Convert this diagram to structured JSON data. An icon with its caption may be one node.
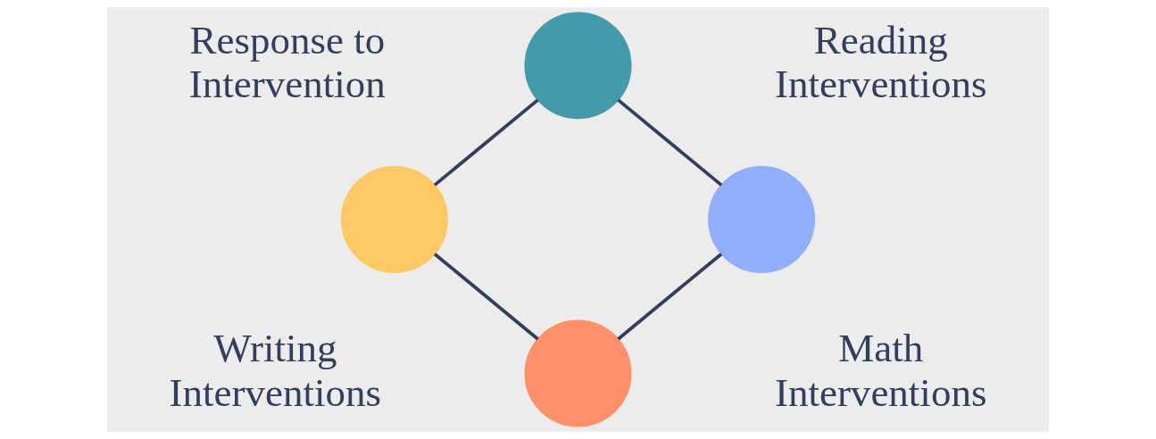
{
  "diagram": {
    "nodes": [
      {
        "text": [],
        "shape": "circle"
      },
      {
        "text": [],
        "shape": "circle"
      },
      {
        "text": [],
        "shape": "circle"
      },
      {
        "text": [],
        "shape": "circle"
      }
    ],
    "edges": [
      {
        "from": 0,
        "to": 2,
        "arrow": "none"
      },
      {
        "from": 2,
        "to": 3,
        "arrow": "none"
      },
      {
        "from": 3,
        "to": 1,
        "arrow": "none"
      },
      {
        "from": 1,
        "to": 0,
        "arrow": "none"
      }
    ],
    "labels": [
      "Response to Intervention",
      "Reading Interventions",
      "Writing Interventions",
      "Math Interventions"
    ]
  }
}
